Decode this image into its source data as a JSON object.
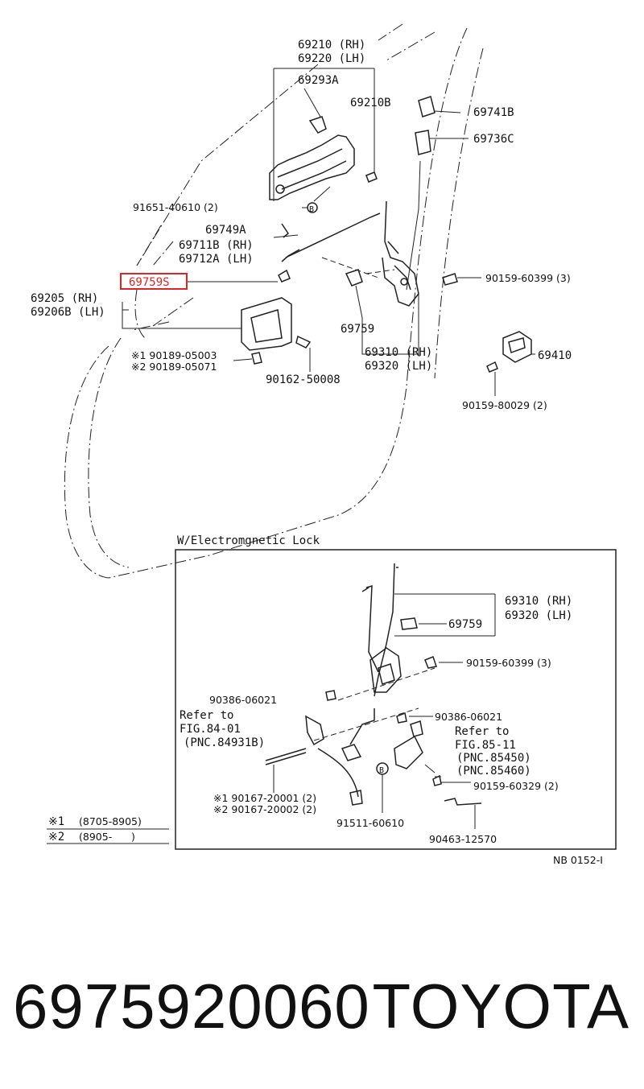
{
  "callouts": {
    "p69210": "69210 (RH)",
    "p69220": "69220 (LH)",
    "p69293A": "69293A",
    "p69210B": "69210B",
    "p69741B": "69741B",
    "p69736C": "69736C",
    "p91651": "91651-40610 (2)",
    "p69749A": "69749A",
    "p69711B": "69711B (RH)",
    "p69712A": "69712A (LH)",
    "p69759S": "69759S",
    "p90159_60399": "90159-60399 (3)",
    "p69205": "69205 (RH)",
    "p69206B": "69206B (LH)",
    "p69759": "69759",
    "p1_90189": "※1 90189-05003",
    "p2_90189": "※2 90189-05071",
    "p90162": "90162-50008",
    "p69310": "69310 (RH)",
    "p69320": "69320 (LH)",
    "p69410": "69410",
    "p90159_80029": "90159-80029 (2)"
  },
  "inset": {
    "title": "W/Electromgnetic Lock",
    "p69310": "69310 (RH)",
    "p69320": "69320 (LH)",
    "p69759": "69759",
    "p90159_60399": "90159-60399 (3)",
    "p90386_a": "90386-06021",
    "p90386_b": "90386-06021",
    "ref_left_1": "Refer to",
    "ref_left_2": "FIG.84-01",
    "ref_left_3": "(PNC.84931B)",
    "ref_right_1": "Refer to",
    "ref_right_2": "FIG.85-11",
    "ref_right_3": "(PNC.85450)",
    "ref_right_4": "(PNC.85460)",
    "p90159_60329": "90159-60329 (2)",
    "p1_90167": "※1 90167-20001 (2)",
    "p2_90167": "※2 90167-20002 (2)",
    "p91511": "91511-60610",
    "p90463": "90463-12570"
  },
  "legend": {
    "row1_mark": "※1",
    "row1_range": "(8705-8905)",
    "row2_mark": "※2",
    "row2_range": "(8905-      )"
  },
  "marker_b": "B",
  "diagram_code": "NB 0152-I",
  "highlight_color": "#d9262b",
  "footer": {
    "part_number": "6975920060",
    "brand": "TOYOTA"
  }
}
